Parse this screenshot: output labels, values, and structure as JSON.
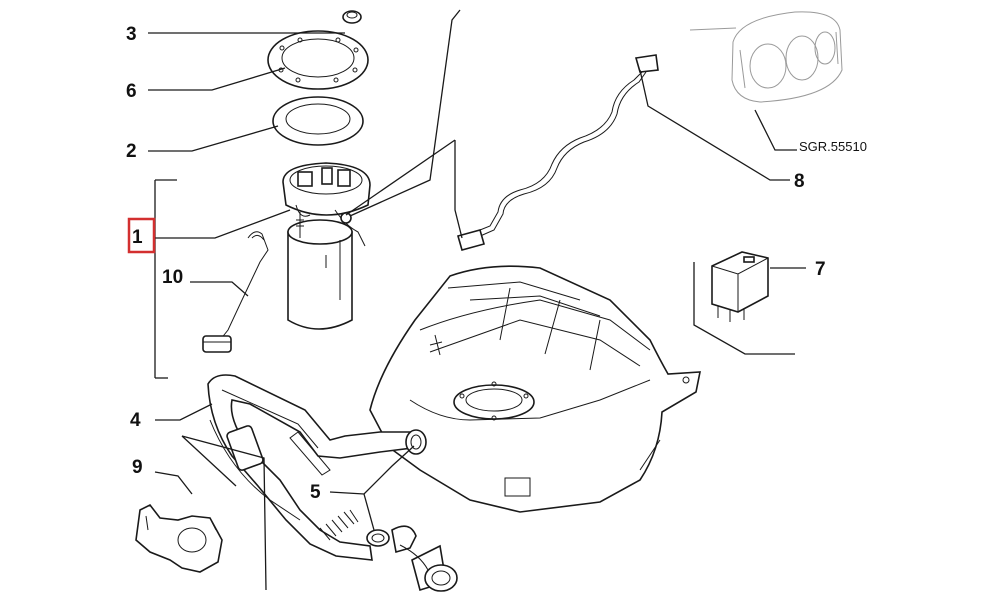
{
  "callouts": {
    "c3": "3",
    "c6": "6",
    "c2": "2",
    "c1": "1",
    "c10": "10",
    "c4": "4",
    "c9": "9",
    "c5": "5",
    "c8": "8",
    "c7": "7"
  },
  "reference_label": "SGR.55510",
  "colors": {
    "highlight_box": "#d32f2f",
    "line": "#1a1a1a"
  }
}
